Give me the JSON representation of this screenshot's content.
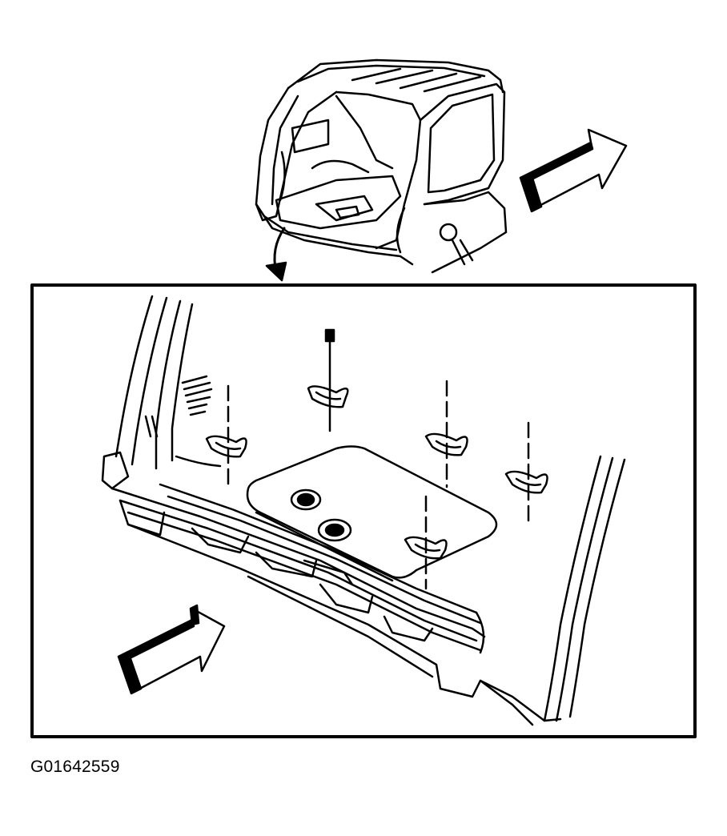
{
  "figure": {
    "code": "G01642559",
    "icons": {
      "vehicle": "suv-rear-cargo-icon",
      "direction_arrow": "forward-arrow-icon",
      "callout_arrow": "curved-callout-arrow-icon",
      "fastener": "retainer-clip-icon",
      "bolt": "bolt-icon",
      "plug": "drain-plug-icon"
    },
    "colors": {
      "ink": "#000000",
      "paper": "#ffffff"
    },
    "fasteners": [
      {
        "id": "clip-top-center",
        "with_bolt": true
      },
      {
        "id": "clip-left",
        "with_bolt": false
      },
      {
        "id": "clip-right-upper",
        "with_bolt": false
      },
      {
        "id": "clip-far-right",
        "with_bolt": false
      },
      {
        "id": "clip-bottom-center",
        "with_bolt": false
      }
    ]
  }
}
